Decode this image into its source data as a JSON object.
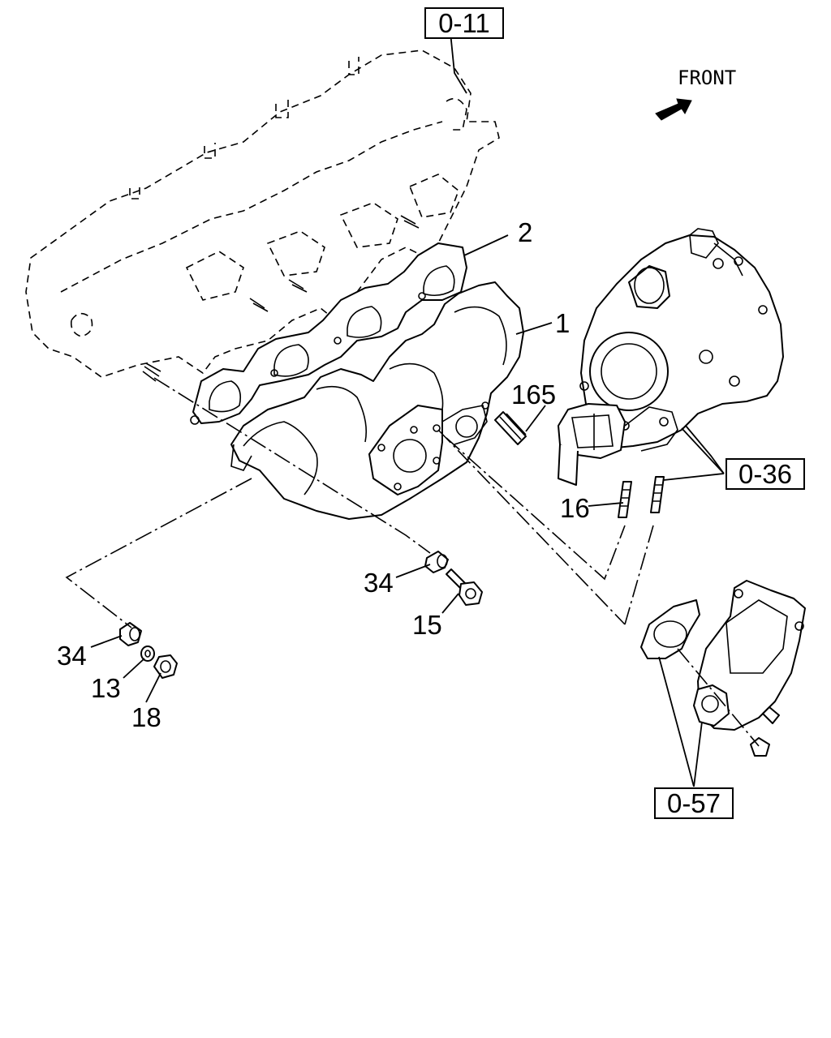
{
  "front_label": "FRONT",
  "refs": {
    "cylinder_head": "0-11",
    "turbocharger": "0-36",
    "outlet": "0-57"
  },
  "callouts": {
    "manifold": "1",
    "gasket": "2",
    "stud_165": "165",
    "stud_16": "16",
    "spacer_upper": "34",
    "bolt": "15",
    "spacer_lower": "34",
    "washer": "13",
    "nut": "18"
  }
}
